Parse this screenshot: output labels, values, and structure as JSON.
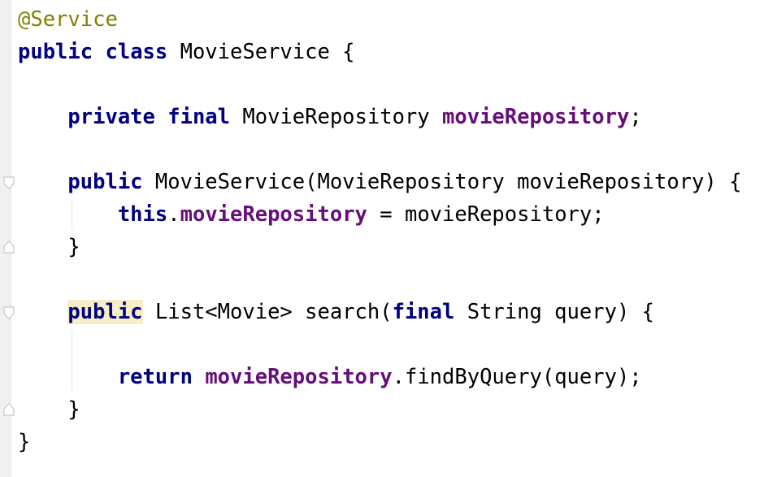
{
  "editor": {
    "language": "java",
    "lines": [
      [
        {
          "t": "@Service",
          "c": "ann"
        }
      ],
      [
        {
          "t": "public",
          "c": "kw"
        },
        {
          "t": " "
        },
        {
          "t": "class",
          "c": "kw"
        },
        {
          "t": " MovieService {"
        }
      ],
      [],
      [
        {
          "t": "    "
        },
        {
          "t": "private",
          "c": "kw"
        },
        {
          "t": " "
        },
        {
          "t": "final",
          "c": "kw"
        },
        {
          "t": " MovieRepository "
        },
        {
          "t": "movieRepository",
          "c": "fld"
        },
        {
          "t": ";"
        }
      ],
      [],
      [
        {
          "t": "    "
        },
        {
          "t": "public",
          "c": "kw"
        },
        {
          "t": " MovieService(MovieRepository movieRepository) {"
        }
      ],
      [
        {
          "t": "        "
        },
        {
          "t": "this",
          "c": "kw"
        },
        {
          "t": "."
        },
        {
          "t": "movieRepository",
          "c": "fld"
        },
        {
          "t": " = movieRepository;"
        }
      ],
      [
        {
          "t": "    }"
        }
      ],
      [],
      [
        {
          "t": "    "
        },
        {
          "t": "public",
          "c": "kw hl"
        },
        {
          "t": " List<Movie> search("
        },
        {
          "t": "final",
          "c": "kw"
        },
        {
          "t": " String query) {"
        }
      ],
      [],
      [
        {
          "t": "        "
        },
        {
          "t": "return",
          "c": "kw"
        },
        {
          "t": " "
        },
        {
          "t": "movieRepository",
          "c": "fld"
        },
        {
          "t": ".findByQuery(query);"
        }
      ],
      [
        {
          "t": "    }"
        }
      ],
      [
        {
          "t": "}"
        }
      ]
    ]
  },
  "colors": {
    "keyword": "#000080",
    "annotation": "#808000",
    "field": "#660e7a",
    "highlight": "#f7eec7",
    "gutter": "#f0f0f0"
  },
  "icons": [
    "fold-start-icon",
    "fold-end-icon"
  ]
}
